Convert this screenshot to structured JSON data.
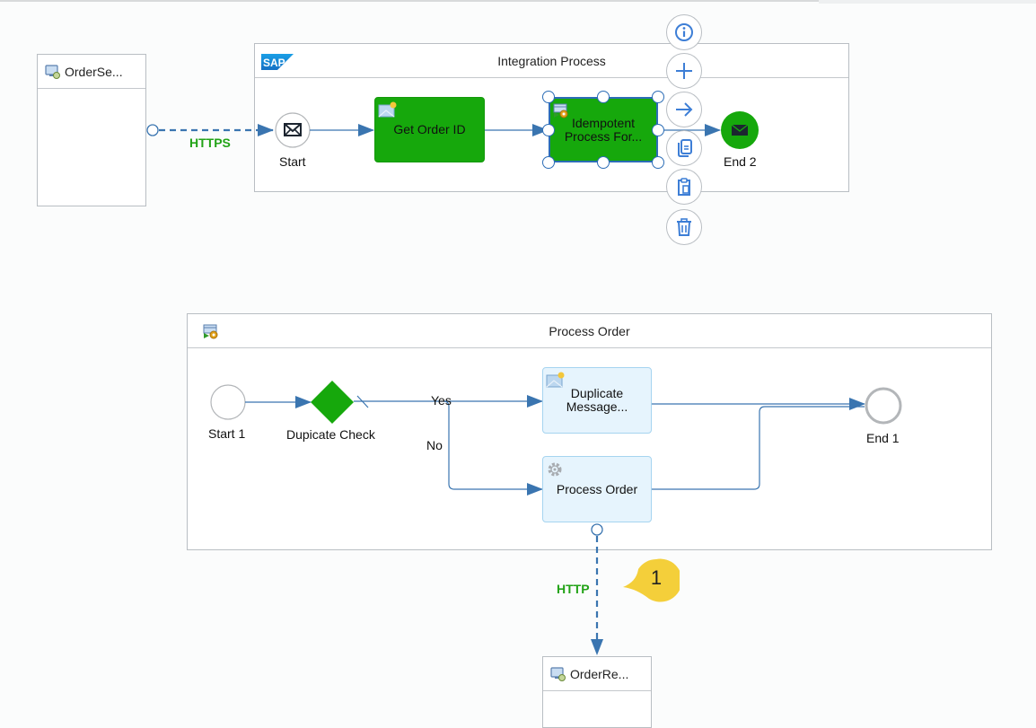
{
  "canvas": {
    "colors": {
      "task_green": "#16a80c",
      "task_light": "#e6f4fd",
      "connector": "#3a75b0",
      "selection": "#2c6db6",
      "protocol_label": "#22a317",
      "badge": "#f4cf3a",
      "end_event_ring": "#b3b6b9"
    }
  },
  "participants": {
    "sender": {
      "title": "OrderSe...",
      "icon": "system-participant-icon"
    },
    "receiver": {
      "title": "OrderRe...",
      "icon": "system-participant-icon"
    }
  },
  "connections": {
    "sender_to_start": {
      "protocol": "HTTPS"
    },
    "process_to_receiver": {
      "protocol": "HTTP"
    }
  },
  "integration_process": {
    "title": "Integration Process",
    "logo": "sap-logo",
    "start": {
      "label": "Start",
      "icon": "envelope-icon"
    },
    "steps": [
      {
        "label": "Get Order ID",
        "icon": "content-modifier-icon"
      },
      {
        "label": "Idempotent\nProcess For...",
        "icon": "process-call-icon",
        "selected": true
      }
    ],
    "end": {
      "label": "End 2",
      "icon": "envelope-icon"
    }
  },
  "context_menu": {
    "items": [
      {
        "name": "info",
        "icon": "info-icon"
      },
      {
        "name": "add",
        "icon": "plus-icon"
      },
      {
        "name": "connect",
        "icon": "arrow-right-icon"
      },
      {
        "name": "copy",
        "icon": "copy-icon"
      },
      {
        "name": "paste",
        "icon": "paste-icon"
      },
      {
        "name": "delete",
        "icon": "trash-icon"
      }
    ]
  },
  "local_process": {
    "title": "Process Order",
    "icon": "local-process-icon",
    "start": {
      "label": "Start 1"
    },
    "gateway": {
      "label": "Dupicate Check"
    },
    "routes": {
      "yes": "Yes",
      "no": "No"
    },
    "steps": [
      {
        "label": "Duplicate\nMessage...",
        "icon": "content-modifier-icon"
      },
      {
        "label": "Process Order",
        "icon": "gear-icon"
      }
    ],
    "end": {
      "label": "End 1"
    }
  },
  "badge": {
    "value": "1"
  }
}
